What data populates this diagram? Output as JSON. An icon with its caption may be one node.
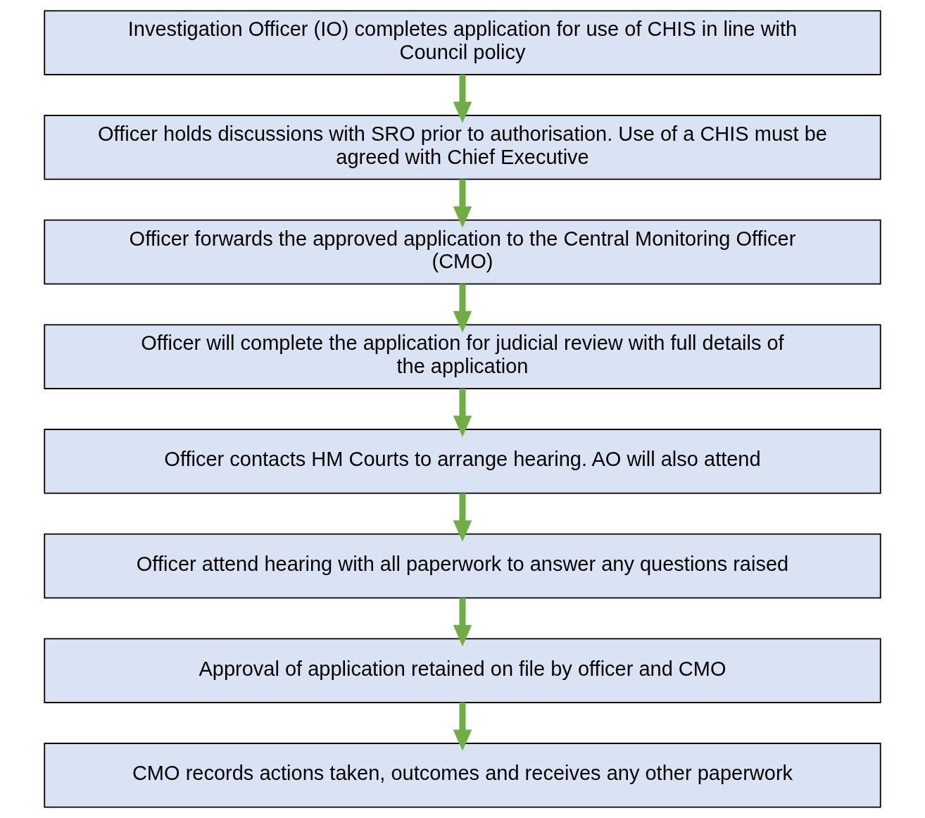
{
  "diagram": {
    "nodes": [
      {
        "text": [
          "Investigation Officer (IO) completes application for use of CHIS in line with Council policy"
        ]
      },
      {
        "text": [
          "Officer holds discussions with SRO prior to authorisation. Use of a CHIS must be agreed with Chief Executive"
        ]
      },
      {
        "text": [
          "Officer forwards the approved application to the Central Monitoring Officer (CMO)"
        ]
      },
      {
        "text": [
          "Officer will complete the application for judicial review with full details of the application"
        ]
      },
      {
        "text": [
          "Officer contacts HM Courts to arrange hearing. AO will also attend"
        ]
      },
      {
        "text": [
          "Officer attend hearing with all paperwork to answer any questions raised"
        ]
      },
      {
        "text": [
          "Approval of application retained on file by officer and CMO"
        ]
      },
      {
        "text": [
          "CMO records actions taken, outcomes and receives any other paperwork"
        ]
      }
    ],
    "edges": [
      {
        "from": 0,
        "to": 1,
        "arrow": "to"
      },
      {
        "from": 1,
        "to": 2,
        "arrow": "to"
      },
      {
        "from": 2,
        "to": 3,
        "arrow": "to"
      },
      {
        "from": 3,
        "to": 4,
        "arrow": "to"
      },
      {
        "from": 4,
        "to": 5,
        "arrow": "to"
      },
      {
        "from": 5,
        "to": 6,
        "arrow": "to"
      },
      {
        "from": 6,
        "to": 7,
        "arrow": "to"
      }
    ]
  }
}
